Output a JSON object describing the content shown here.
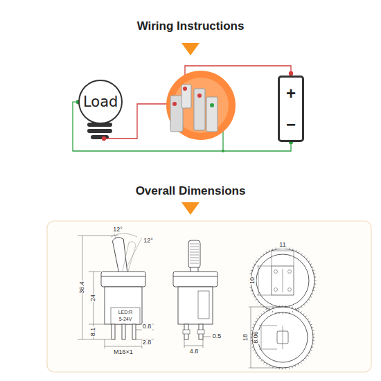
{
  "diagram": {
    "title": "Wiring Instructions",
    "nodes": [
      {
        "text": [
          "Load"
        ]
      },
      {
        "text": [
          "+",
          "−"
        ]
      }
    ],
    "edges": [
      {
        "from": 0,
        "to": 1,
        "arrow": "none"
      }
    ],
    "labels": [
      "Overall Dimensions",
      "12°",
      "12°",
      "36.4",
      "24",
      "8.1",
      "LED:R",
      "5-24V",
      "0.8",
      "2.8",
      "M16×1",
      "0.5",
      "4.8",
      "11",
      "10",
      "18",
      "8.06"
    ]
  }
}
